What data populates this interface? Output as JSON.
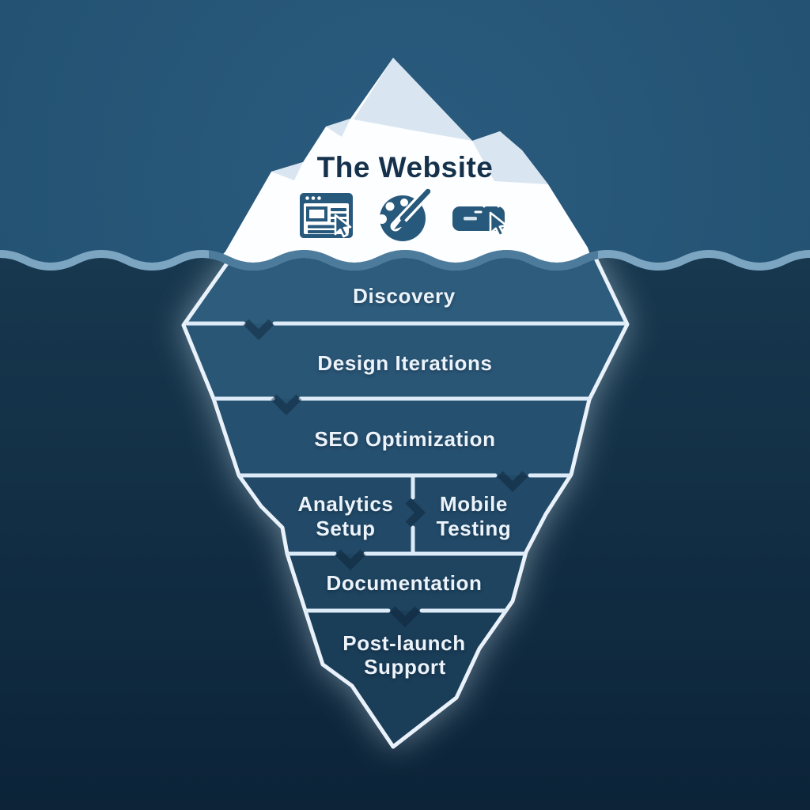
{
  "header": {
    "title": "The Website",
    "icons": [
      {
        "name": "browser-window-icon"
      },
      {
        "name": "design-palette-icon"
      },
      {
        "name": "button-click-icon"
      }
    ]
  },
  "iceberg": {
    "sections": [
      {
        "label": "Discovery"
      },
      {
        "label": "Design Iterations"
      },
      {
        "label": "SEO Optimization"
      },
      {
        "split": {
          "left": {
            "line1": "Analytics",
            "line2": "Setup"
          },
          "right": {
            "line1": "Mobile",
            "line2": "Testing"
          }
        }
      },
      {
        "label": "Documentation"
      },
      {
        "label_line1": "Post-launch",
        "label_line2": "Support"
      }
    ]
  },
  "colors": {
    "sky": "#235271",
    "sea_top": "#17384f",
    "sea_bottom": "#0d2439",
    "wave": "#7ca5c2",
    "wave_over_iceberg": "#4c7b9c",
    "iceberg_white": "#fdfeff",
    "iceberg_facet": "#d9e6f1",
    "outline": "#e9f2fa",
    "divider": "#dcebf7",
    "title_text": "#15314b",
    "icon_navy": "#27597c",
    "label_text": "#ecf3fa",
    "section_bands": [
      "#2e5c7c",
      "#2a5676",
      "#265070",
      "#224a68",
      "#1e4460",
      "#1a3d58"
    ]
  }
}
